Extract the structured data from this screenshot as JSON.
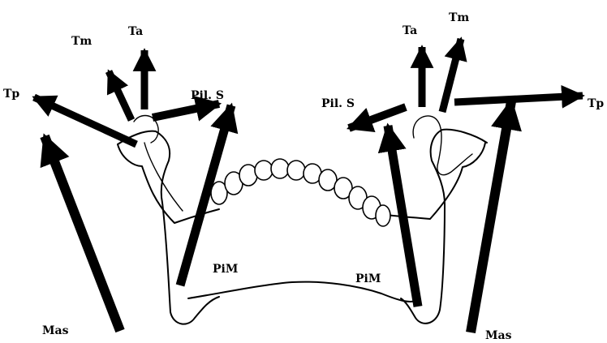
{
  "labels": {
    "tm_left": "Tm",
    "ta_left": "Ta",
    "tp_left": "Tp",
    "pils_left": "Pil. S",
    "pim_left": "PiM",
    "mas_left": "Mas",
    "ta_right": "Ta",
    "tm_right": "Tm",
    "pils_right": "Pil. S",
    "tp_right": "Tp",
    "pim_right": "PiM",
    "mas_right": "Mas"
  },
  "colors": {
    "ink": "#000000",
    "paper": "#ffffff"
  }
}
